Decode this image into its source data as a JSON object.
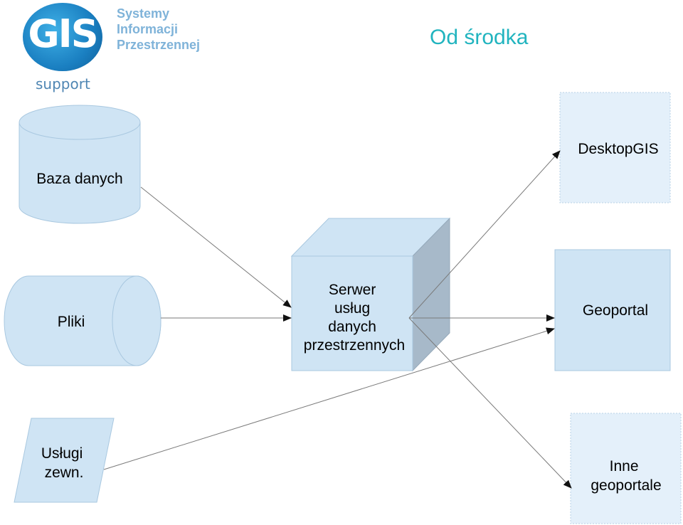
{
  "logo": {
    "mark": "GIS",
    "support": "support",
    "tagline": [
      "Systemy",
      "Informacji",
      "Przestrzennej"
    ]
  },
  "title": "Od środka",
  "colors": {
    "shape_fill": "#cfe4f4",
    "shape_stroke": "#a9c8e0",
    "box_fill": "#e4f0fa",
    "cube_side": "#a7b9c9",
    "title": "#21b4bf",
    "arrow": "#666666"
  },
  "nodes": {
    "database": "Baza danych",
    "files": "Pliki",
    "external_services": [
      "Usługi",
      "zewn."
    ],
    "server": [
      "Serwer",
      "usług",
      "danych",
      "przestrzennych"
    ],
    "desktop_gis": "DesktopGIS",
    "geoportal": "Geoportal",
    "other_geoportals": [
      "Inne",
      "geoportale"
    ]
  }
}
